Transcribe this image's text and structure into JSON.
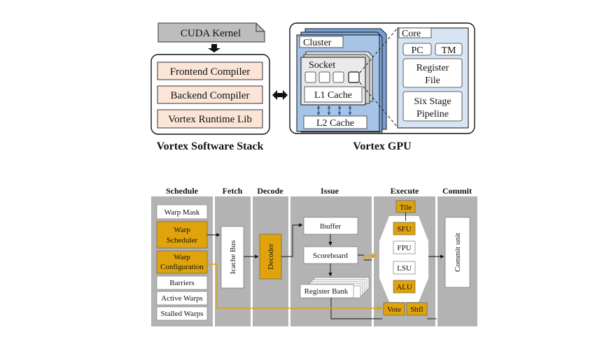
{
  "colors": {
    "peach": "#fbe5d6",
    "blue_dark": "#6f9bd1",
    "blue_mid": "#a7c3e6",
    "blue_light": "#d6e4f4",
    "gold": "#e0a30c",
    "gray_lane": "#b3b3b3",
    "gray_tab": "#d1d1d1"
  },
  "software_stack": {
    "kernel": "CUDA Kernel",
    "frontend": "Frontend Compiler",
    "backend": "Backend Compiler",
    "runtime": "Vortex Runtime Lib",
    "caption": "Vortex Software Stack"
  },
  "gpu": {
    "cluster": "Cluster",
    "socket": "Socket",
    "l1": "L1 Cache",
    "l2": "L2 Cache",
    "core": "Core",
    "pc": "PC",
    "tm": "TM",
    "regfile_line1": "Register",
    "regfile_line2": "File",
    "pipeline_line1": "Six Stage",
    "pipeline_line2": "Pipeline",
    "caption": "Vortex GPU"
  },
  "pipeline": {
    "stages": [
      "Schedule",
      "Fetch",
      "Decode",
      "Issue",
      "Execute",
      "Commit"
    ],
    "schedule": {
      "warp_mask": "Warp Mask",
      "warp_scheduler_1": "Warp",
      "warp_scheduler_2": "Scheduler",
      "warp_config_1": "Warp",
      "warp_config_2": "Configuration",
      "barriers": "Barriers",
      "active": "Active Warps",
      "stalled": "Stalled Warps"
    },
    "fetch": {
      "icache": "Icache Bus"
    },
    "decode": {
      "decoder": "Decoder"
    },
    "issue": {
      "ibuffer": "Ibuffer",
      "scoreboard": "Scoreboard",
      "regbank": "Register Bank"
    },
    "execute": {
      "tile": "Tile",
      "sfu": "SFU",
      "fpu": "FPU",
      "lsu": "LSU",
      "alu": "ALU",
      "vote": "Vote",
      "shfl": "Shfl"
    },
    "commit": {
      "unit": "Commit unit"
    }
  }
}
